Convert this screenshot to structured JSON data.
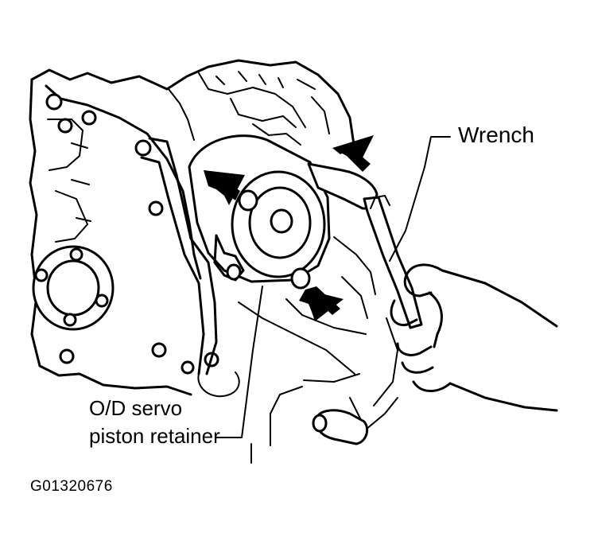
{
  "labels": {
    "wrench": "Wrench",
    "retainer_line1": "O/D servo",
    "retainer_line2": "piston retainer",
    "figure_id": "G01320676"
  },
  "colors": {
    "ink": "#000000",
    "background": "#ffffff"
  },
  "icons": [
    "arrow-icon",
    "arrow-icon",
    "arrow-icon"
  ]
}
